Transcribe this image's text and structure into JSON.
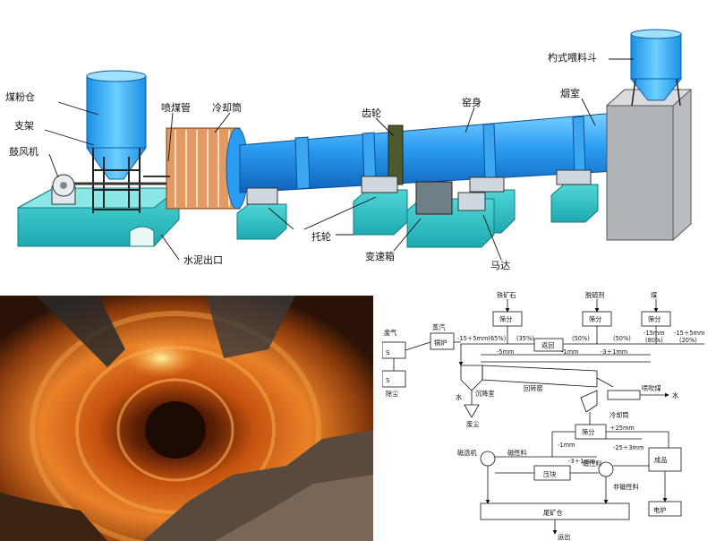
{
  "kiln_diagram": {
    "labels": {
      "coal_bin": "煤粉仓",
      "support": "支架",
      "blower": "鼓风机",
      "coal_injection_pipe": "喷煤管",
      "cooling_cylinder": "冷却筒",
      "gear": "齿轮",
      "kiln_body": "窑身",
      "feed_hopper": "杓式喂料斗",
      "smoke_chamber": "烟室",
      "idler_wheel": "托轮",
      "gearbox": "变速箱",
      "motor": "马达",
      "cement_outlet": "水泥出口"
    }
  },
  "flowchart": {
    "inputs": {
      "ore": "铁矿石",
      "desulfurizer": "脱硫剂",
      "coal": "煤"
    },
    "screen": "筛分",
    "recycle": "返回",
    "exhaust": "废气",
    "steam": "蒸汽",
    "boiler": "锅炉",
    "dust_removal": "除尘",
    "water": "水",
    "settling_chamber": "沉降室",
    "rotary_kiln": "回转窑",
    "coal_injection": "喷吹煤",
    "cooling_cylinder": "冷却筒",
    "waste_dust": "废尘",
    "magnetic_separator": "磁选机",
    "magnetic_material": "磁性料",
    "briquette": "压块",
    "nonmagnetic_material": "非磁性料",
    "product": "成品",
    "electric_furnace": "电炉",
    "tailings_bin": "尾矿仓",
    "ship_out": "运出",
    "size_labels": {
      "ore_left": "-15＋5mm(65%)",
      "ore_right": "(35%)",
      "mid_left": "(50%)",
      "mid_right": "(50%)",
      "coal_mid": "-15mm",
      "coal_mid_pct": "(80%)",
      "coal_right": "-15＋5mm",
      "coal_right_pct": "(20%)",
      "minus5": "-5mm",
      "minus1": "-1mm",
      "three_plus1": "-3＋1mm",
      "plus25": "＋25mm",
      "minus1b": "-1mm",
      "three_plus1b": "-3＋1mm",
      "twentyfive_plus3": "-25＋3mm",
      "s": "S"
    }
  }
}
